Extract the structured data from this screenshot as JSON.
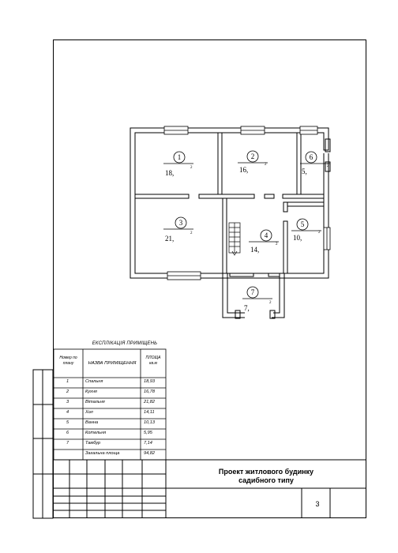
{
  "rooms": [
    {
      "number": "1",
      "area": "18,"
    },
    {
      "number": "2",
      "area": "16,"
    },
    {
      "number": "3",
      "area": "21,"
    },
    {
      "number": "4",
      "area": "14,"
    },
    {
      "number": "5",
      "area": "10,"
    },
    {
      "number": "6",
      "area": "5,"
    },
    {
      "number": "7",
      "area": "7,"
    }
  ],
  "area_superscript": "2",
  "explication": {
    "title": "ЕКСПЛІКАЦІЯ ПРИМІЩЕНЬ",
    "headers": {
      "number": "Номер по плану",
      "name": "НАЗВА ПРИМІЩЕННЯ",
      "area": "ПЛОЩА кв.м"
    },
    "rows": [
      {
        "number": "1",
        "name": "Спальня",
        "area": "18,93"
      },
      {
        "number": "2",
        "name": "Кухня",
        "area": "16,78"
      },
      {
        "number": "3",
        "name": "Вітальня",
        "area": "21,82"
      },
      {
        "number": "4",
        "name": "Хол",
        "area": "14,11"
      },
      {
        "number": "5",
        "name": "Ванна",
        "area": "10,13"
      },
      {
        "number": "6",
        "name": "Котельня",
        "area": "5,95"
      },
      {
        "number": "7",
        "name": "Тамбур",
        "area": "7,14"
      }
    ],
    "total": {
      "name": "Загальна площа",
      "area": "94,82"
    }
  },
  "title_block": {
    "project_title_line1": "Проект житлового будинку",
    "project_title_line2": "садибного типу",
    "sheet_number": "3"
  }
}
